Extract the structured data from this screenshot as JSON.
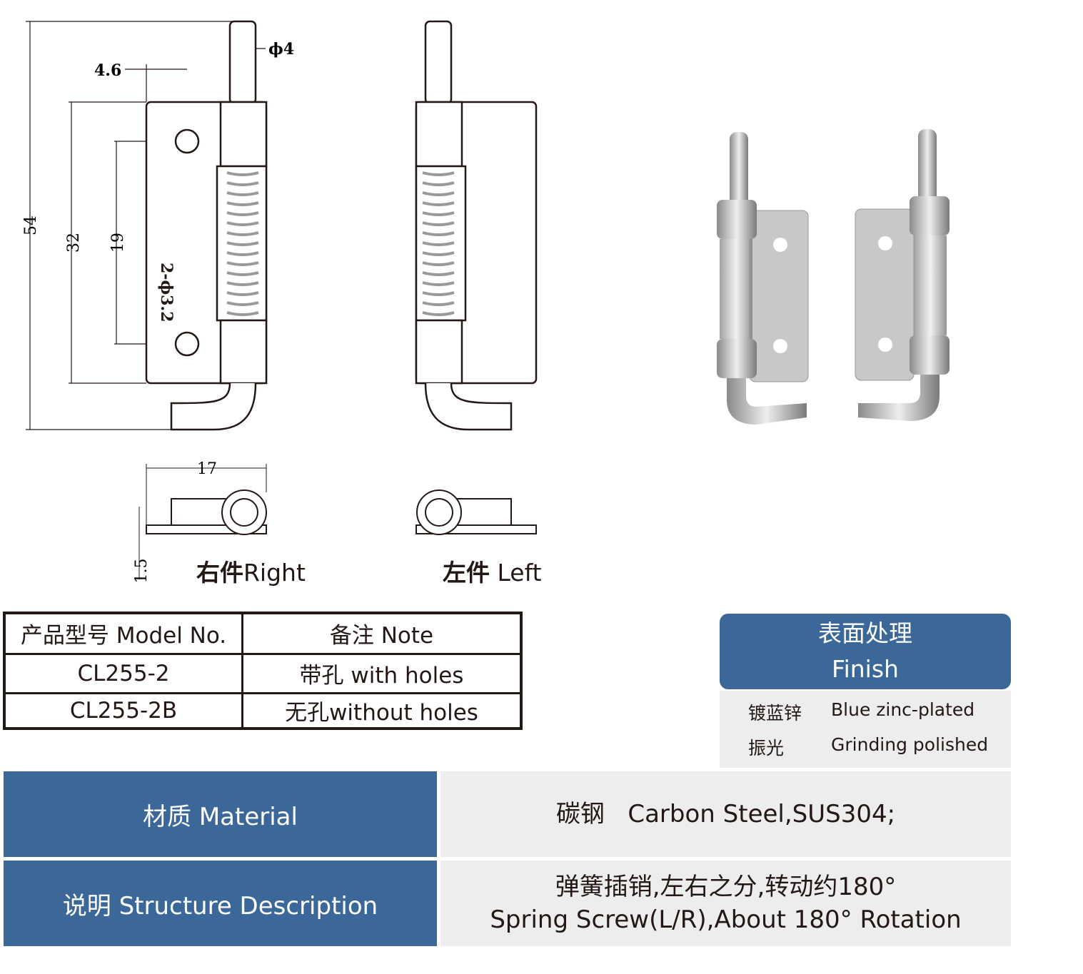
{
  "drawing": {
    "dim_total_height": "54",
    "dim_plate_height": "32",
    "dim_hole_spacing": "19",
    "dim_hole_offset": "4.6",
    "dim_pin_diameter": "ϕ4",
    "dim_holes": "2-ϕ3.2",
    "dim_width": "17",
    "dim_thickness": "1.5",
    "right_label_cn": "右件",
    "right_label_en": "Right",
    "left_label_cn": "左件",
    "left_label_en": "Left"
  },
  "model_table": {
    "headers": [
      "产品型号 Model No.",
      "备注 Note"
    ],
    "rows": [
      [
        "CL255-2",
        "带孔 with holes"
      ],
      [
        "CL255-2B",
        "无孔without holes"
      ]
    ]
  },
  "finish": {
    "title_cn": "表面处理",
    "title_en": "Finish",
    "items": [
      {
        "cn": "镀蓝锌",
        "en": "Blue zinc-plated"
      },
      {
        "cn": "振光",
        "en": "Grinding polished"
      }
    ]
  },
  "material": {
    "label": "材质 Material",
    "value": "碳钢   Carbon Steel,SUS304;"
  },
  "description": {
    "label": "说明 Structure Description",
    "value_cn": "弹簧插销,左右之分,转动约180°",
    "value_en": "Spring Screw(L/R),About 180° Rotation"
  },
  "colors": {
    "accent_blue": "#3b6899",
    "panel_gray": "#ededed"
  }
}
